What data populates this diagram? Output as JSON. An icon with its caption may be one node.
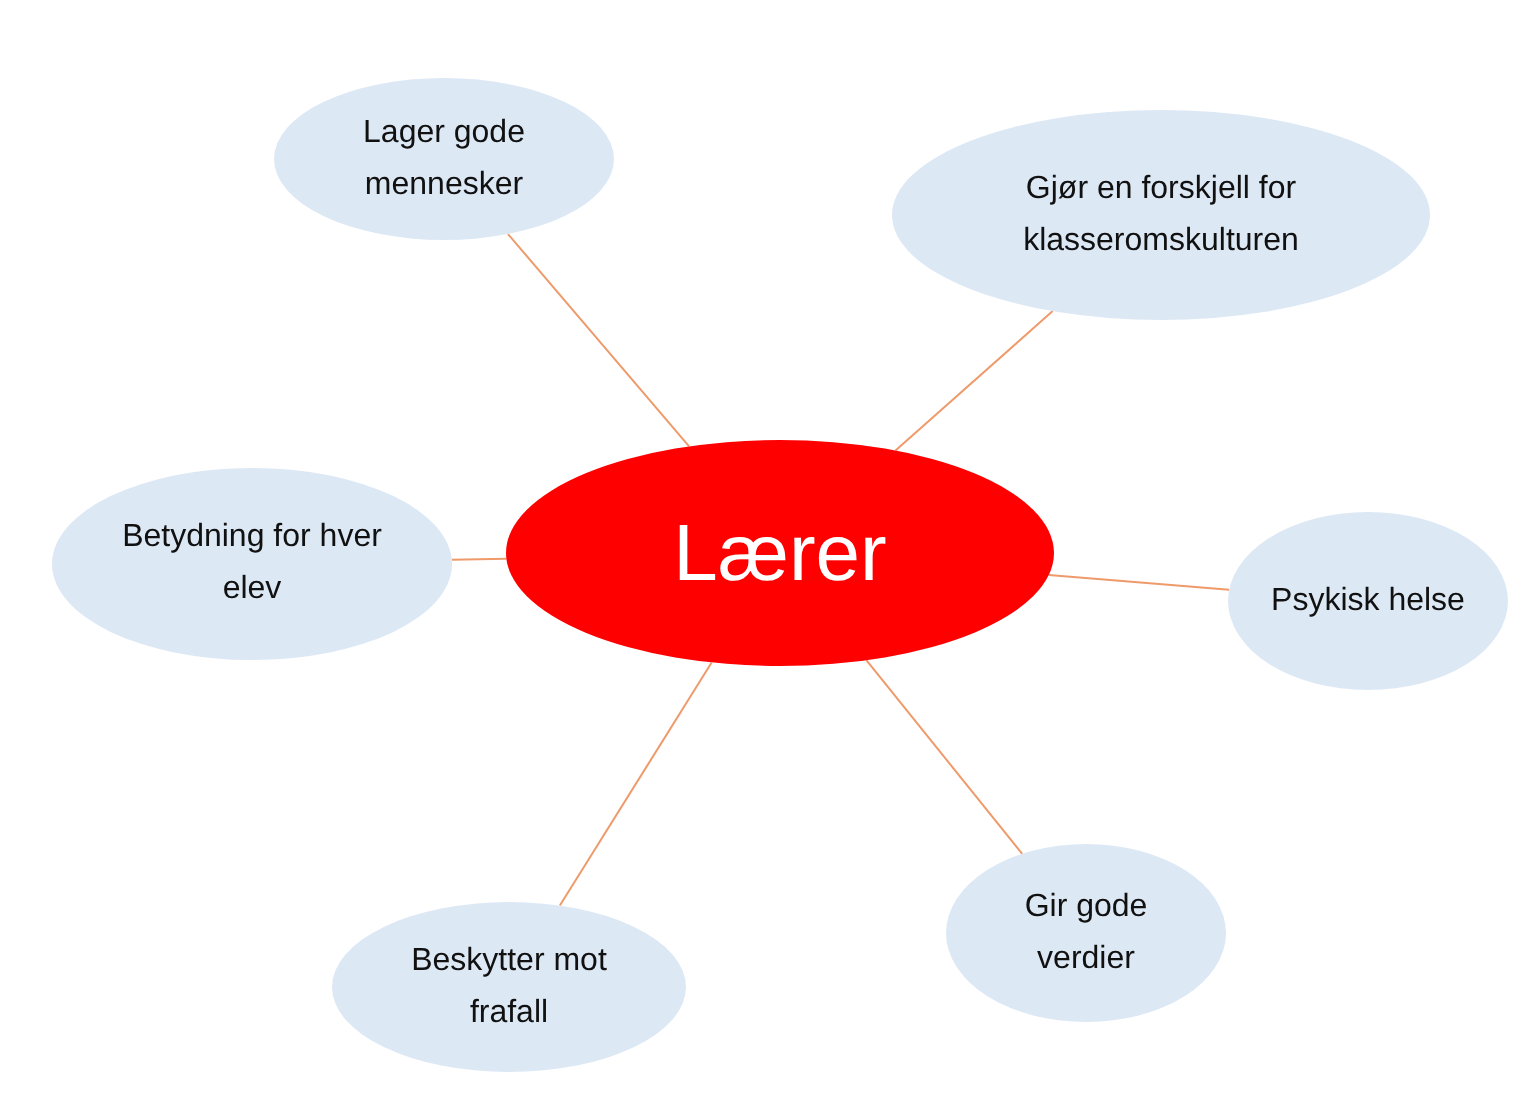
{
  "diagram": {
    "nodes": [
      {
        "text": [
          "Lærer"
        ]
      },
      {
        "text": [
          "Lager gode mennesker"
        ]
      },
      {
        "text": [
          "Gjør en forskjell for klasseromskulturen"
        ]
      },
      {
        "text": [
          "Betydning for hver elev"
        ]
      },
      {
        "text": [
          "Psykisk helse"
        ]
      },
      {
        "text": [
          "Gir gode verdier"
        ]
      },
      {
        "text": [
          "Beskytter mot frafall"
        ]
      }
    ],
    "edges": [
      {
        "from": 0,
        "to": 1,
        "arrow": "none"
      },
      {
        "from": 0,
        "to": 2,
        "arrow": "none"
      },
      {
        "from": 0,
        "to": 3,
        "arrow": "none"
      },
      {
        "from": 0,
        "to": 4,
        "arrow": "none"
      },
      {
        "from": 0,
        "to": 5,
        "arrow": "none"
      },
      {
        "from": 0,
        "to": 6,
        "arrow": "none"
      }
    ]
  }
}
